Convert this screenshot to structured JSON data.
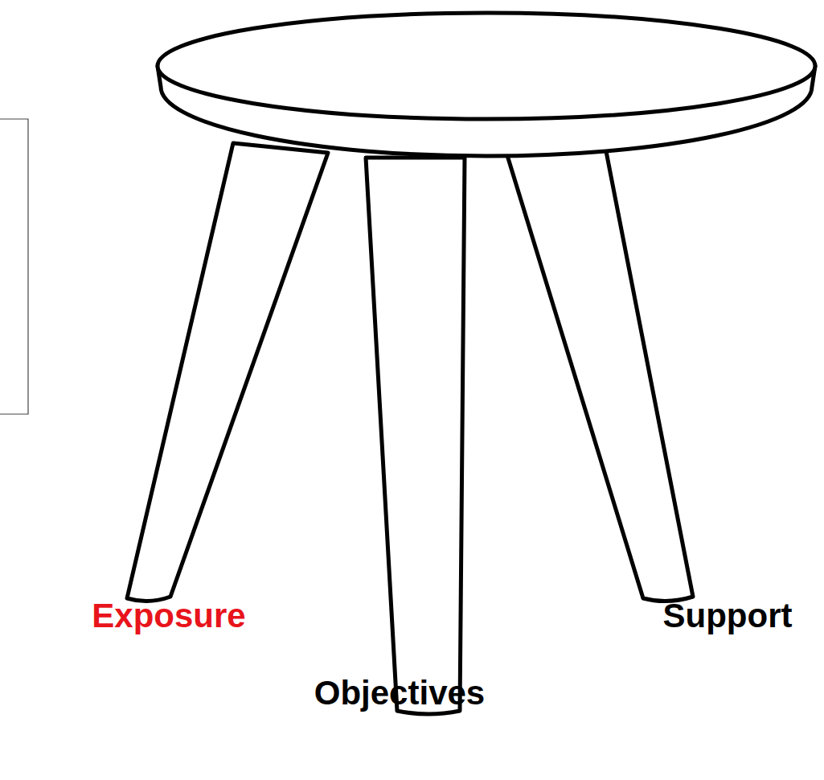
{
  "diagram": {
    "labels": [
      "Exposure",
      "Support",
      "Objectives"
    ]
  }
}
